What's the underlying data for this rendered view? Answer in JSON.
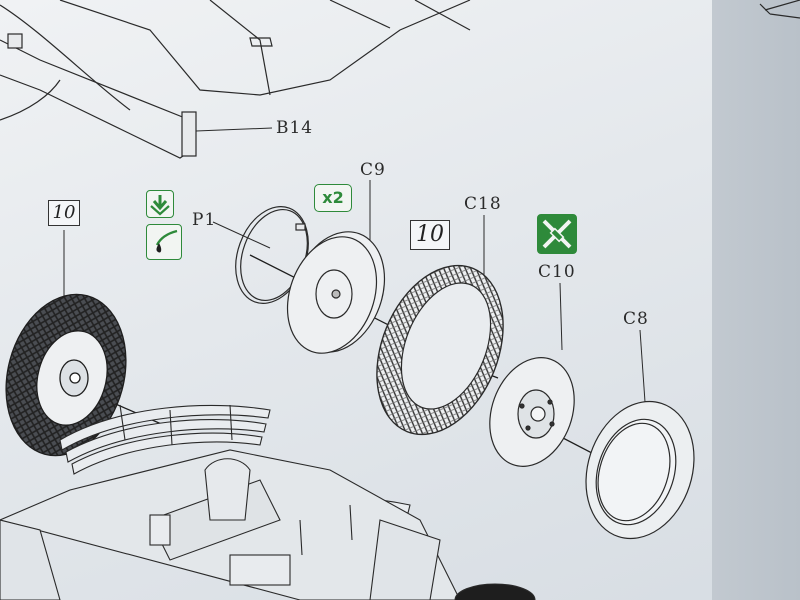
{
  "parts": {
    "b14": "B14",
    "c9": "C9",
    "p1": "P1",
    "c18": "C18",
    "c10": "C10",
    "c8": "C8"
  },
  "steps": {
    "left": "10",
    "center": "10"
  },
  "badges": {
    "quantity": "x2"
  },
  "icons": {
    "install_direction": "arrow-down-icon",
    "apply_glue": "glue-drop-icon",
    "paint_instruction": "paint-brush-cross-icon"
  },
  "colors": {
    "instruction_green": "#2e8a3a",
    "line_art": "#2a2a2a"
  }
}
